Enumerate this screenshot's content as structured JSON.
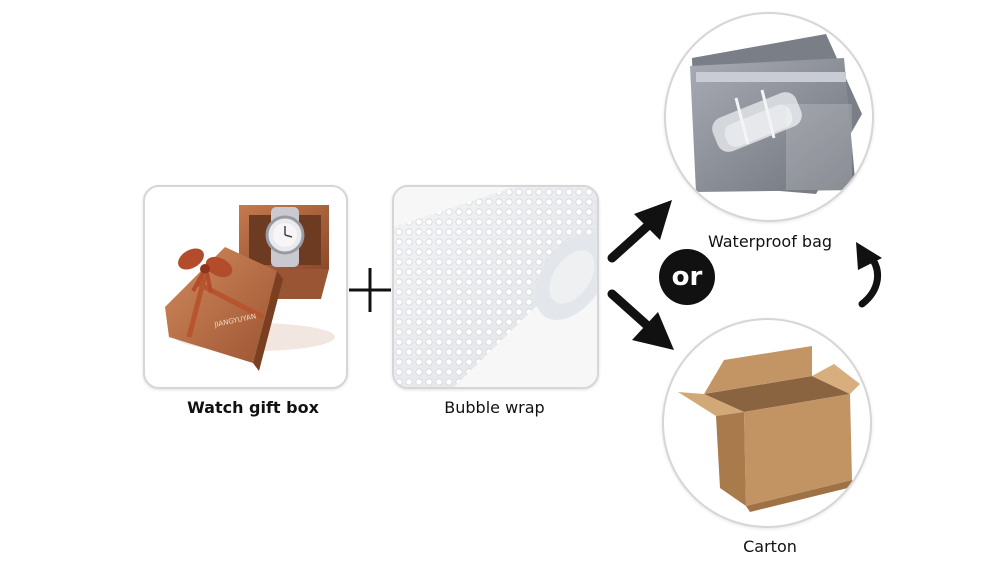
{
  "items": {
    "gift_box": {
      "label": "Watch gift box",
      "brand_text": "JIANGYUYAN"
    },
    "bubble_wrap": {
      "label": "Bubble wrap"
    },
    "waterproof_bag": {
      "label": "Waterproof bag"
    },
    "carton": {
      "label": "Carton"
    }
  },
  "connector": {
    "or_text": "or"
  },
  "icons": [
    "plus-icon",
    "arrow-up-right-icon",
    "arrow-down-right-icon",
    "curved-arrow-up-icon"
  ],
  "colors": {
    "box_brown": "#a9603a",
    "carton_kraft": "#c69a6a",
    "bag_gray": "#8d9099",
    "ink": "#111111"
  }
}
